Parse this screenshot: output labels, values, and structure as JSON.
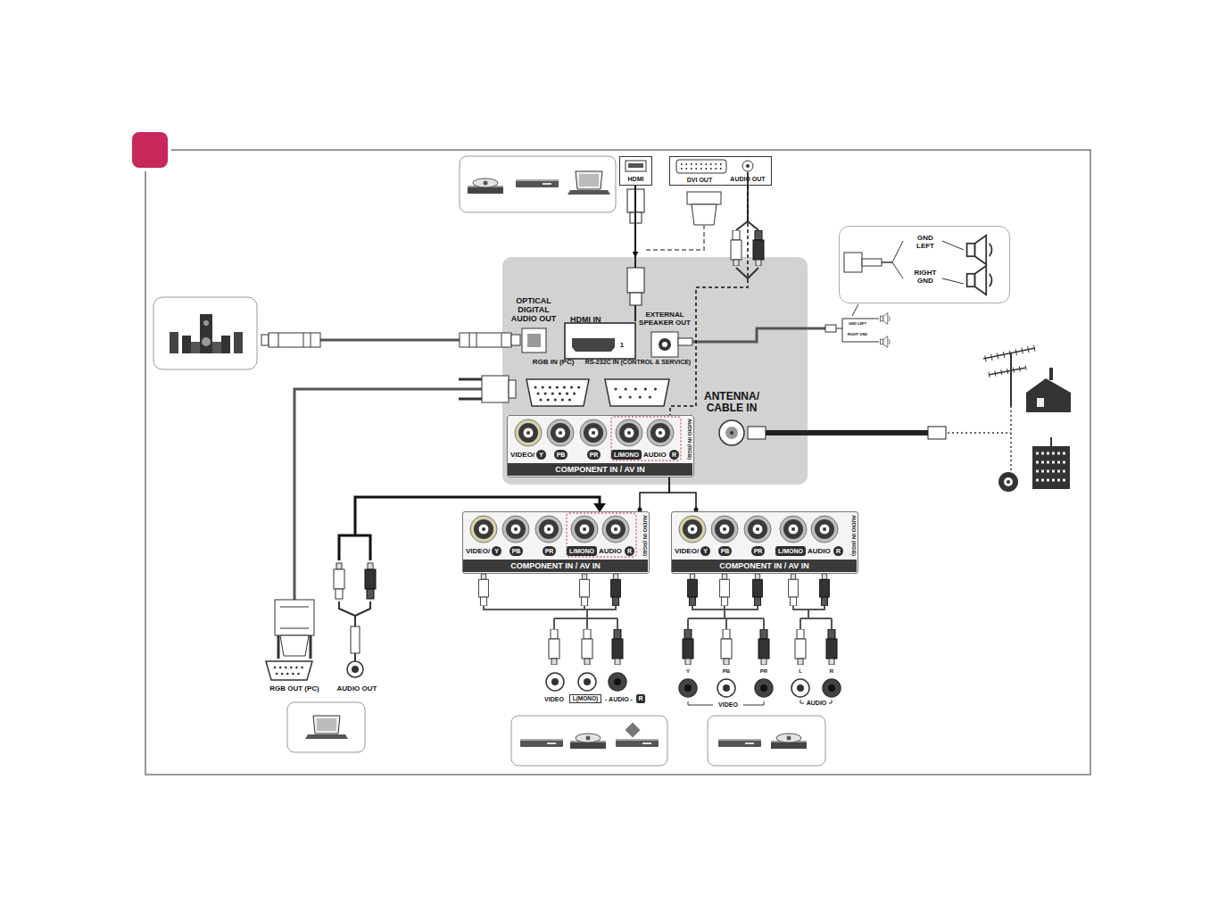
{
  "diagram": {
    "nodes": [
      {
        "text": [
          "HDMI"
        ]
      },
      {
        "text": [
          "DVI OUT",
          "AUDIO OUT"
        ]
      },
      {
        "text": [
          "GND LEFT",
          "RIGHT GND"
        ]
      },
      {
        "text": [
          "OPTICAL DIGITAL AUDIO OUT",
          "HDMI IN",
          "1",
          "EXTERNAL SPEAKER OUT",
          "RGB IN (PC)",
          "RS-232C IN (CONTROL & SERVICE)",
          "ANTENNA/ CABLE IN"
        ]
      },
      {
        "text": [
          "VIDEO/",
          "Y",
          "PB",
          "PR",
          "L/MONO",
          "AUDIO",
          "R",
          "AUDIO IN (RGB)",
          "COMPONENT IN / AV IN"
        ],
        "in": 3
      },
      {
        "text": [
          "VIDEO/",
          "Y",
          "PB",
          "PR",
          "L/MONO",
          "AUDIO",
          "R",
          "AUDIO IN (RGB)",
          "COMPONENT IN / AV IN"
        ]
      },
      {
        "text": [
          "VIDEO/",
          "Y",
          "PB",
          "PR",
          "L/MONO",
          "AUDIO",
          "R",
          "AUDIO IN (RGB)",
          "COMPONENT IN / AV IN"
        ]
      }
    ],
    "edges": [
      {
        "from": 0,
        "to": 3,
        "arrow": "to"
      },
      {
        "from": 1,
        "to": 4,
        "arrow": "none"
      },
      {
        "from": 4,
        "to": 5,
        "arrow": "none"
      },
      {
        "from": 4,
        "to": 6,
        "arrow": "none"
      }
    ],
    "labels": [
      "GND LEFT",
      "RIGHT GND",
      "RGB OUT (PC)",
      "AUDIO OUT",
      "VIDEO",
      "L(MONO)",
      "- AUDIO -",
      "R",
      "Y",
      "PB",
      "PR",
      "VIDEO",
      "L",
      "R",
      "AUDIO"
    ]
  }
}
